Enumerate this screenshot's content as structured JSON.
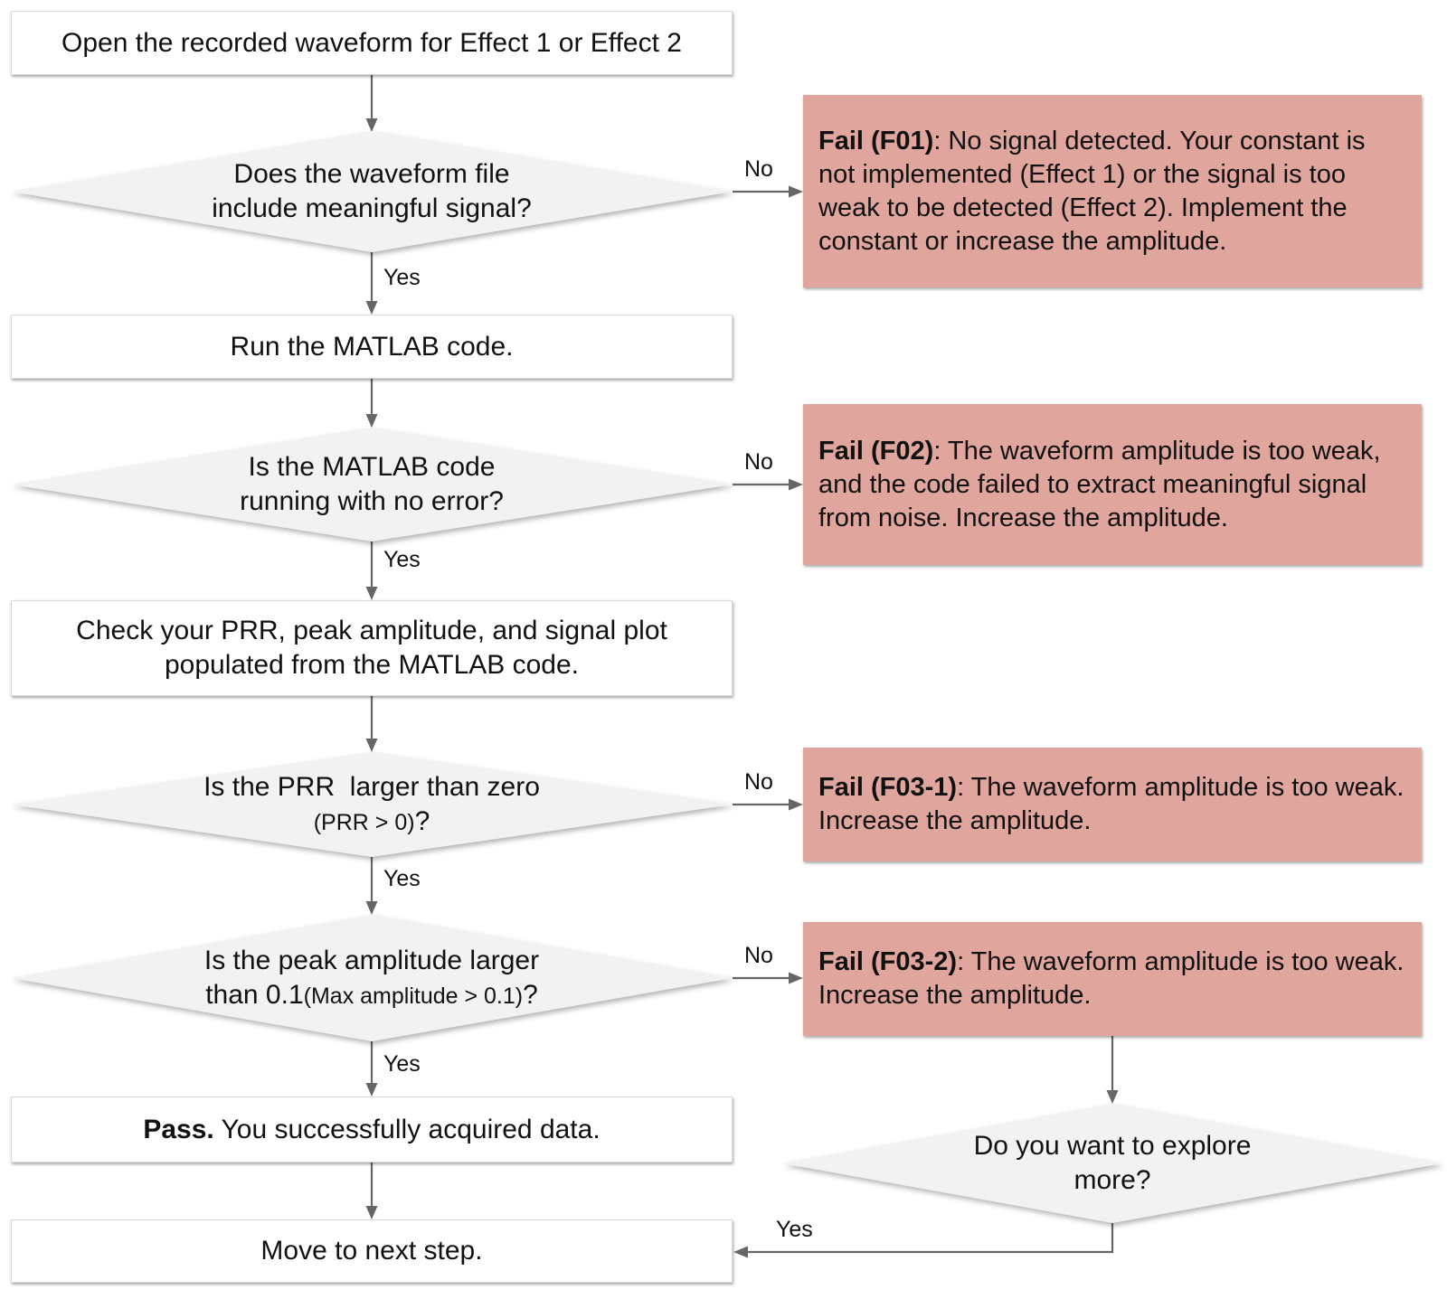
{
  "labels": {
    "yes": "Yes",
    "no": "No"
  },
  "colors": {
    "fail_box_bg": "#e0a69d",
    "diamond_bg": "#f2f2f2",
    "process_box_bg": "#ffffff",
    "arrow": "#666666",
    "text": "#111111"
  },
  "nodes": {
    "start": {
      "text": "Open the recorded waveform for Effect 1 or Effect 2"
    },
    "d_signal": {
      "line1": "Does the waveform file",
      "line2": "include meaningful signal?"
    },
    "f01": {
      "label": "Fail (F01)",
      "text": ": No signal detected. Your constant is not implemented (Effect 1) or the signal is too weak to be detected (Effect 2). Implement the constant or increase the amplitude."
    },
    "run": {
      "text": "Run the MATLAB code."
    },
    "d_error": {
      "line1": "Is the MATLAB code",
      "line2": "running with no error?"
    },
    "f02": {
      "label": "Fail (F02)",
      "text": ": The waveform amplitude is too weak, and the code failed to extract meaningful signal from noise. Increase the amplitude."
    },
    "check": {
      "line1": "Check your PRR, peak amplitude, and signal plot",
      "line2": "populated from the MATLAB code."
    },
    "d_prr": {
      "line1": "Is the PRR  larger than zero",
      "small": "(PRR > 0)",
      "suffix": "?"
    },
    "f03_1": {
      "label": "Fail (F03-1)",
      "text": ": The waveform amplitude is too weak. Increase the amplitude."
    },
    "d_peak": {
      "line1": "Is the peak amplitude larger",
      "line2_main": "than 0.1",
      "small": "(Max amplitude > 0.1)",
      "suffix": "?"
    },
    "f03_2": {
      "label": "Fail (F03-2)",
      "text": ": The waveform amplitude is too weak. Increase the amplitude."
    },
    "pass": {
      "label": "Pass.",
      "text": " You successfully acquired data."
    },
    "move": {
      "text": "Move to next step."
    },
    "d_explore": {
      "line1": "Do you want to explore",
      "line2": "more?"
    }
  }
}
